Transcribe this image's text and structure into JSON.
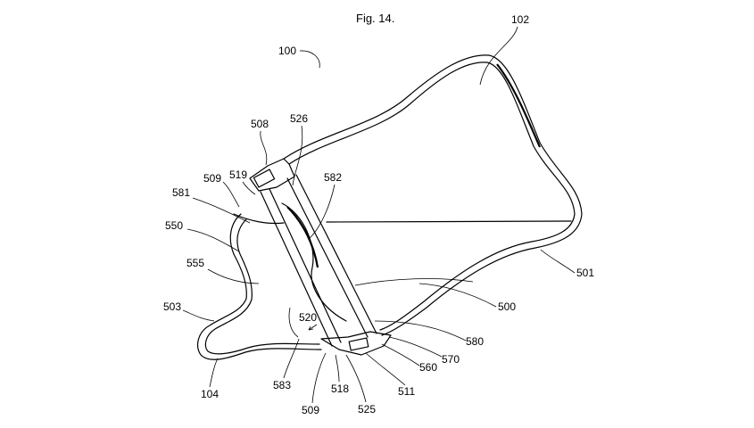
{
  "figure": {
    "title": "Fig. 14.",
    "labels": {
      "l100": "100",
      "l102": "102",
      "l508": "508",
      "l526": "526",
      "l509a": "509",
      "l519": "519",
      "l581": "581",
      "l582": "582",
      "l550": "550",
      "l555": "555",
      "l503": "503",
      "l520": "520",
      "l104": "104",
      "l583": "583",
      "l509b": "509",
      "l518": "518",
      "l525": "525",
      "l511": "511",
      "l560": "560",
      "l570": "570",
      "l580": "580",
      "l500": "500",
      "l501": "501"
    }
  }
}
